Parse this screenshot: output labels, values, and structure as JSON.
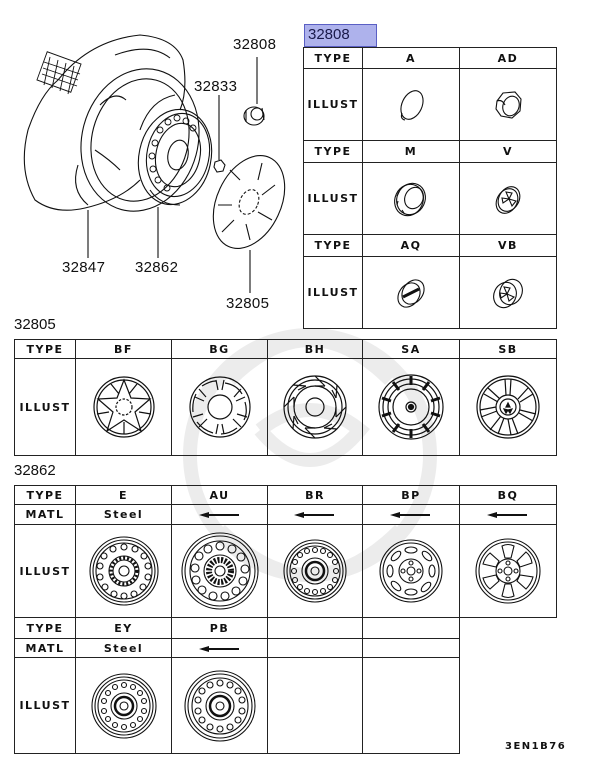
{
  "diagram": {
    "callouts": [
      {
        "id": "32808",
        "label": "32808"
      },
      {
        "id": "32833",
        "label": "32833"
      },
      {
        "id": "32847",
        "label": "32847"
      },
      {
        "id": "32862",
        "label": "32862"
      },
      {
        "id": "32805",
        "label": "32805"
      }
    ],
    "footer_code": "3EN1B76"
  },
  "table_32808": {
    "title": "32808",
    "highlight_color": "#aeb2ec",
    "type_label": "TYPE",
    "illust_label": "ILLUST",
    "rows": [
      {
        "types": [
          "A",
          "AD"
        ],
        "icons": [
          "flat-cap-icon",
          "hex-cap-icon"
        ]
      },
      {
        "types": [
          "M",
          "V"
        ],
        "icons": [
          "knurled-cap-icon",
          "logo-cap-icon"
        ]
      },
      {
        "types": [
          "AQ",
          "VB"
        ],
        "icons": [
          "badge-cap-icon",
          "logo-plug-cap-icon"
        ]
      }
    ]
  },
  "table_32805": {
    "title": "32805",
    "type_label": "TYPE",
    "illust_label": "ILLUST",
    "types": [
      "BF",
      "BG",
      "BH",
      "SA",
      "SB"
    ],
    "icons": [
      "star-wheel-cover-icon",
      "six-slot-wheel-cover-icon",
      "swirl-wheel-cover-icon",
      "ten-spoke-wheel-cover-icon",
      "seven-spoke-wheel-cover-icon"
    ]
  },
  "table_32862": {
    "title": "32862",
    "type_label": "TYPE",
    "matl_label": "MATL",
    "illust_label": "ILLUST",
    "row1": {
      "types": [
        "E",
        "AU",
        "BR",
        "BP",
        "BQ"
      ],
      "materials": [
        "Steel",
        "←",
        "←",
        "←",
        "←"
      ],
      "icons": [
        "steel-wheel-icon",
        "steel-wheel-icon",
        "steel-wheel-icon",
        "slotted-steel-wheel-icon",
        "spoke-steel-wheel-icon"
      ]
    },
    "row2": {
      "types": [
        "EY",
        "PB",
        "",
        ""
      ],
      "materials": [
        "Steel",
        "←",
        "",
        ""
      ],
      "icons": [
        "steel-wheel-icon",
        "steel-wheel-icon"
      ]
    }
  }
}
